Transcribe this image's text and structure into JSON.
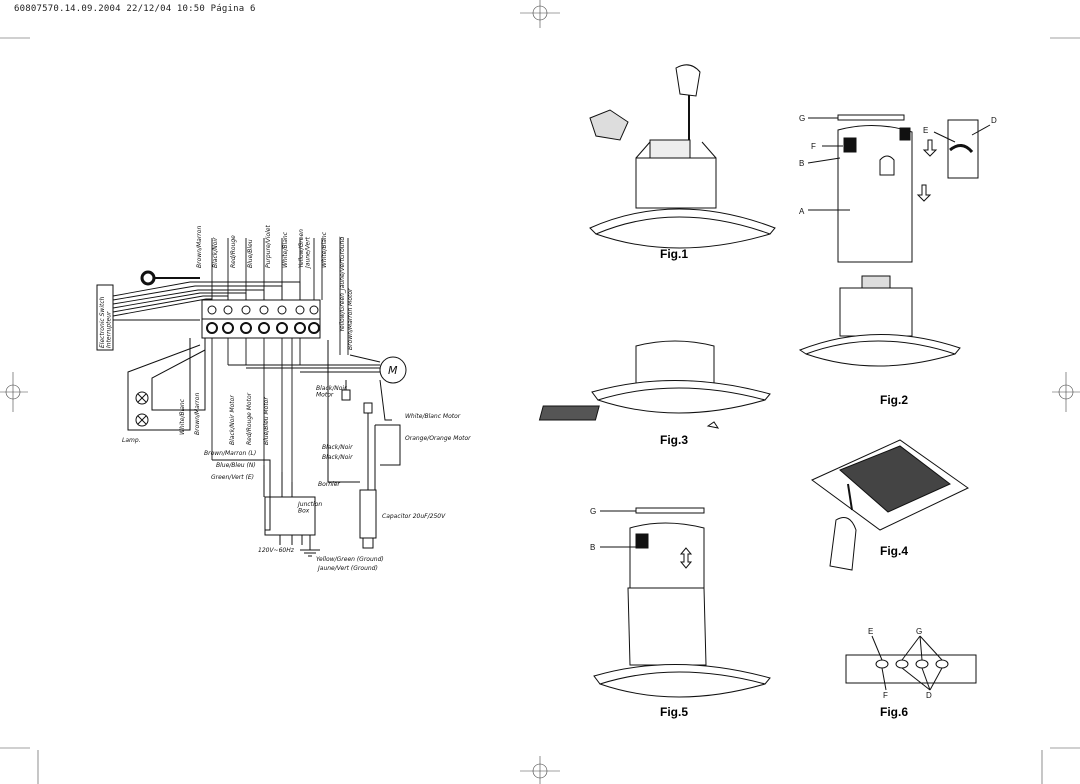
{
  "header": "60807570.14.09.2004   22/12/04  10:50  Página 6",
  "wiring": {
    "top_wires": [
      "Brown/Marron",
      "Black/Noir",
      "Red/Rouge",
      "Blue/Bleu",
      "Purpure/Violet",
      "White/Blanc",
      "Yellow/Green\nJaune/Vert",
      "White/Blanc",
      "Yellow/Green_Jaune/VertGround",
      "Brown/Marron Motor"
    ],
    "switch_label": "Electronic Switch\nInterrupteur",
    "lamp_wires": [
      "White/Blanc",
      "Brown/Marron"
    ],
    "lamp_label": "Lamp.",
    "motor_wires": [
      "Black/Noir Motor",
      "Red/Rouge Motor",
      "Blue/Bleu Motor"
    ],
    "motor_symbol": "M",
    "black_noir_motor": "Black/Noir\nMotor",
    "white_blanc_motor": "White/Blanc Motor",
    "orange_motor": "Orange/Orange Motor",
    "black_noir_1": "Black/Noir",
    "black_noir_2": "Black/Noir",
    "brown_l": "Brown/Marron (L)",
    "blue_n": "Blue/Bleu (N)",
    "green_e": "Green/Vert (E)",
    "bornier": "Bornier",
    "junction_box": "Junction\nBox",
    "capacitor": "Capacitor 20uF/250V",
    "supply": "120V~60Hz",
    "ground1": "Yellow/Green (Ground)",
    "ground2": "Jaune/Vert (Ground)"
  },
  "figures": {
    "fig1": "Fig.1",
    "fig2": "Fig.2",
    "fig3": "Fig.3",
    "fig4": "Fig.4",
    "fig5": "Fig.5",
    "fig6": "Fig.6"
  },
  "part_labels": {
    "fig2": [
      "G",
      "D",
      "E",
      "F",
      "B",
      "A"
    ],
    "fig5": [
      "G",
      "B"
    ],
    "fig6": [
      "E",
      "G",
      "F",
      "D"
    ]
  }
}
